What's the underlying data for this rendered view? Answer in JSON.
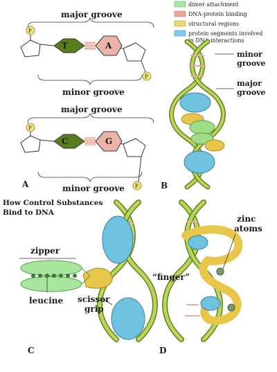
{
  "legend": {
    "items": [
      {
        "label": "dimer attachment",
        "color": "#a8e6a0"
      },
      {
        "label": "DNA-protein binding",
        "color": "#e8a89a"
      },
      {
        "label": "structural regions",
        "color": "#ead86a"
      },
      {
        "label": "protein segments involved",
        "label2": "in DNA interactions",
        "color": "#79cde8"
      }
    ]
  },
  "panelA": {
    "letter": "A",
    "pair1": {
      "major": "major groove",
      "minor": "minor groove",
      "left": "T",
      "right": "A"
    },
    "pair2": {
      "major": "major groove",
      "minor": "minor groove",
      "left": "C",
      "right": "G"
    },
    "phosphate": "P"
  },
  "panelB": {
    "letter": "B",
    "minor_groove": [
      "minor",
      "groove"
    ],
    "major_groove": [
      "major",
      "groove"
    ]
  },
  "title": {
    "line1": "How Control Substances",
    "line2": "Bind to DNA"
  },
  "panelC": {
    "letter": "C",
    "zipper": "zipper",
    "leucine": "leucine",
    "scissor": [
      "scissor",
      "grip"
    ]
  },
  "panelD": {
    "letter": "D",
    "finger": "“finger”",
    "zinc": [
      "zinc",
      "atoms"
    ]
  },
  "colors": {
    "helix": "#9bbf3a",
    "helix_dark": "#5f7f1e",
    "pink": "#e9a9a0",
    "thymine": "#5a7d1e",
    "yellow": "#e8c64a",
    "blue": "#6fc3e0",
    "green": "#9fdc86"
  }
}
